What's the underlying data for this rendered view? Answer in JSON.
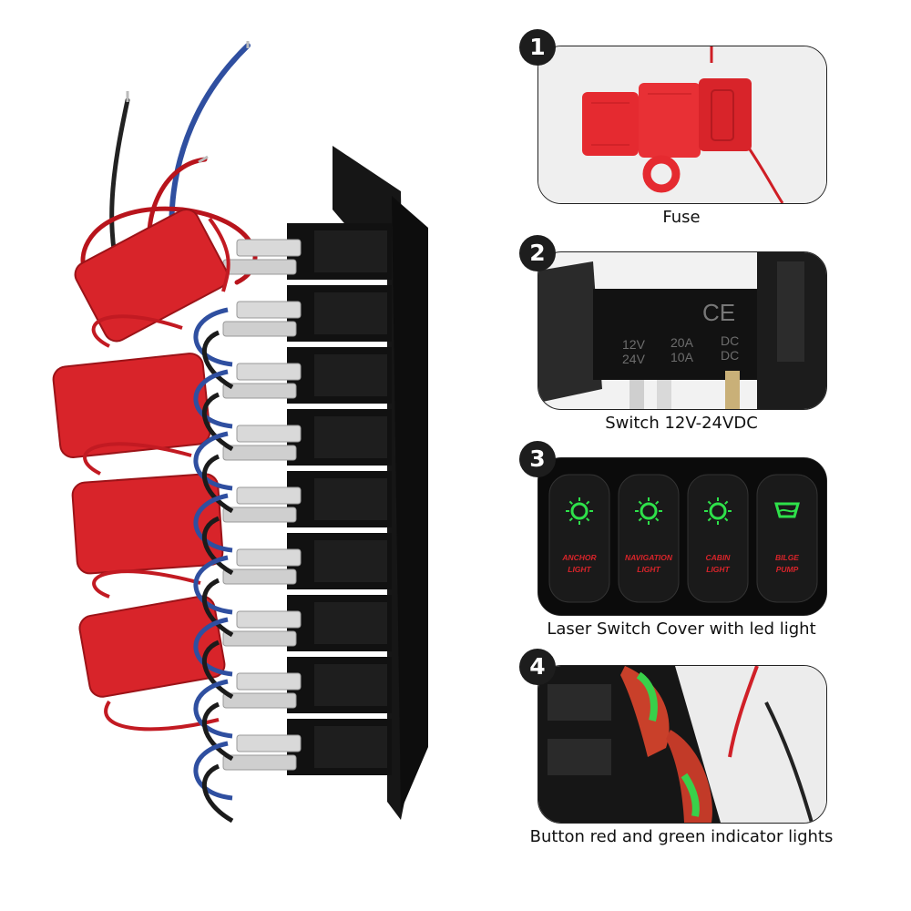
{
  "callouts": [
    {
      "number": "1",
      "caption": "Fuse"
    },
    {
      "number": "2",
      "caption": "Switch 12V-24VDC",
      "label": {
        "ce": "CE",
        "row1": [
          "12V",
          "20A",
          "DC"
        ],
        "row2": [
          "24V",
          "10A",
          "DC"
        ]
      }
    },
    {
      "number": "3",
      "caption": "Laser Switch Cover with led light",
      "covers": [
        [
          "ANCHOR",
          "LIGHT"
        ],
        [
          "NAVIGATION",
          "LIGHT"
        ],
        [
          "CABIN",
          "LIGHT"
        ],
        [
          "BILGE",
          "PUMP"
        ]
      ]
    },
    {
      "number": "4",
      "caption": "Button red and green indicator lights"
    }
  ],
  "colors": {
    "red": "#d8242a",
    "green": "#2ee14a",
    "dark": "#141414",
    "blue_wire": "#2f4fa0"
  },
  "icons": [
    "anchor-light-icon",
    "navigation-light-icon",
    "cabin-light-icon",
    "bilge-pump-icon"
  ]
}
